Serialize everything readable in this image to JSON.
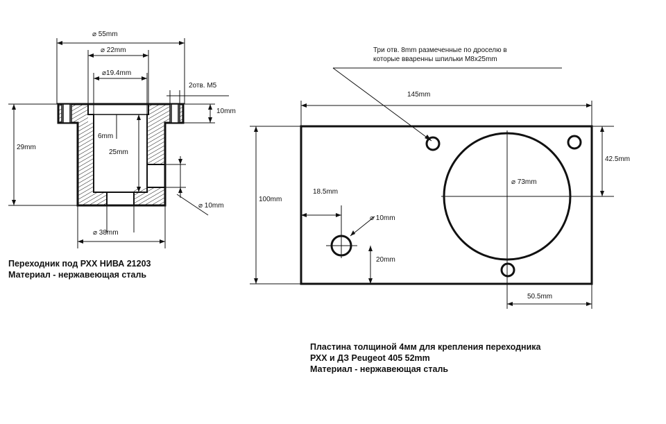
{
  "adapter": {
    "dimensions": {
      "d55": "⌀ 55mm",
      "d22": "⌀ 22mm",
      "d19_4": "⌀19.4mm",
      "holes_m5": "2отв. M5",
      "h10": "10mm",
      "h29": "29mm",
      "h6": "6mm",
      "h25": "25mm",
      "d10": "⌀ 10mm",
      "d38": "⌀ 38mm"
    },
    "caption": {
      "line1": "Переходник под РХХ НИВА 21203",
      "line2": "Материал - нержавеющая сталь"
    }
  },
  "plate": {
    "note": {
      "line1": "Три отв. 8mm размеченные по дроселю в",
      "line2": "которые вваренны шпильки M8x25mm"
    },
    "dimensions": {
      "w145": "145mm",
      "h100": "100mm",
      "h42_5": "42.5mm",
      "d73": "⌀ 73mm",
      "w18_5": "18.5mm",
      "d10": "⌀ 10mm",
      "h20": "20mm",
      "w50_5": "50.5mm"
    },
    "caption": {
      "line1": "Пластина толщиной 4мм для крепления переходника",
      "line2": "РХХ и ДЗ Peugeot 405 52mm",
      "line3": "Материал - нержавеющая сталь"
    }
  },
  "colors": {
    "ink": "#111111",
    "background": "#ffffff"
  }
}
